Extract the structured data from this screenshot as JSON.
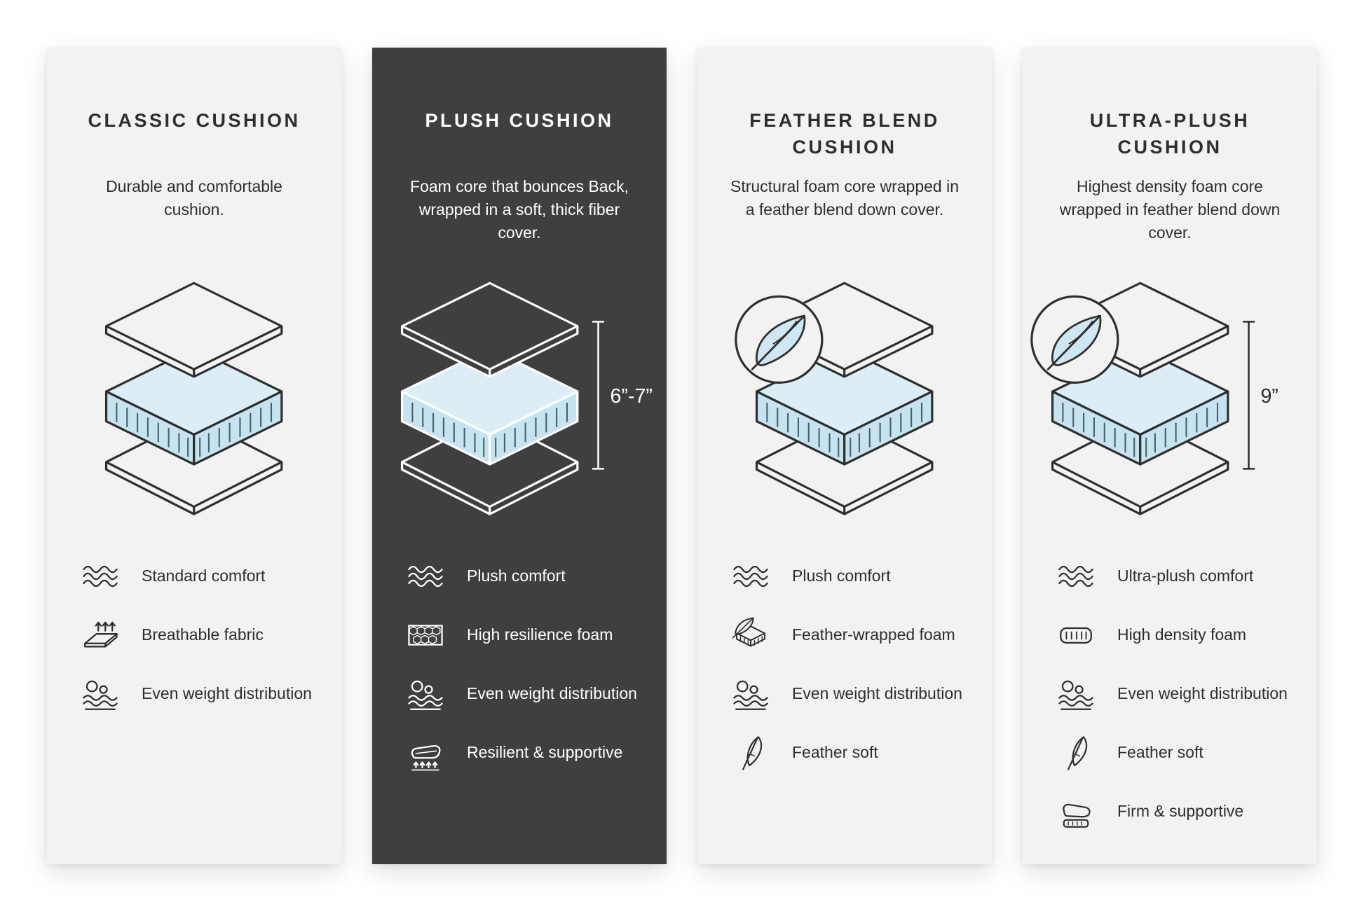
{
  "page": {
    "background": "#ffffff"
  },
  "colors": {
    "card_light": "#f2f2f2",
    "card_dark": "#3f3f3f",
    "line_dark": "#2e2e2e",
    "line_light": "#ffffff",
    "foam_top": "#dcedf5",
    "foam_side": "#c7e3ef",
    "feather_fill": "#cfe7f2"
  },
  "cards": [
    {
      "id": "classic-cushion",
      "theme": "light",
      "title": "CLASSIC CUSHION",
      "description": "Durable and comfortable cushion.",
      "diagram": {
        "type": "layered-cushion",
        "feather_badge": false,
        "measurement": ""
      },
      "features": [
        {
          "icon": "wave-comfort-icon",
          "label": "Standard comfort"
        },
        {
          "icon": "breathable-fabric-icon",
          "label": "Breathable fabric"
        },
        {
          "icon": "weight-distribution-icon",
          "label": "Even weight distribution"
        }
      ]
    },
    {
      "id": "plush-cushion",
      "theme": "dark",
      "title": "PLUSH CUSHION",
      "description": "Foam core that bounces Back, wrapped in a soft, thick fiber cover.",
      "diagram": {
        "type": "layered-cushion",
        "feather_badge": false,
        "measurement": "6”-7”"
      },
      "features": [
        {
          "icon": "wave-comfort-icon",
          "label": "Plush comfort"
        },
        {
          "icon": "honeycomb-foam-icon",
          "label": "High resilience foam"
        },
        {
          "icon": "weight-distribution-icon",
          "label": "Even weight distribution"
        },
        {
          "icon": "resilient-supportive-icon",
          "label": "Resilient & supportive"
        }
      ]
    },
    {
      "id": "feather-blend-cushion",
      "theme": "light",
      "title": "FEATHER BLEND CUSHION",
      "description": "Structural foam core wrapped in a feather blend down cover.",
      "diagram": {
        "type": "layered-cushion",
        "feather_badge": true,
        "measurement": ""
      },
      "features": [
        {
          "icon": "wave-comfort-icon",
          "label": "Plush comfort"
        },
        {
          "icon": "feather-wrapped-foam-icon",
          "label": "Feather-wrapped foam"
        },
        {
          "icon": "weight-distribution-icon",
          "label": "Even weight distribution"
        },
        {
          "icon": "feather-soft-icon",
          "label": "Feather soft"
        }
      ]
    },
    {
      "id": "ultra-plush-cushion",
      "theme": "light",
      "title": "ULTRA-PLUSH CUSHION",
      "description": "Highest density foam core wrapped in feather blend down cover.",
      "diagram": {
        "type": "layered-cushion",
        "feather_badge": true,
        "measurement": "9”"
      },
      "features": [
        {
          "icon": "wave-comfort-icon",
          "label": "Ultra-plush comfort"
        },
        {
          "icon": "high-density-foam-icon",
          "label": "High density foam"
        },
        {
          "icon": "weight-distribution-icon",
          "label": "Even weight distribution"
        },
        {
          "icon": "feather-soft-icon",
          "label": "Feather soft"
        },
        {
          "icon": "firm-supportive-icon",
          "label": "Firm & supportive"
        }
      ]
    }
  ]
}
